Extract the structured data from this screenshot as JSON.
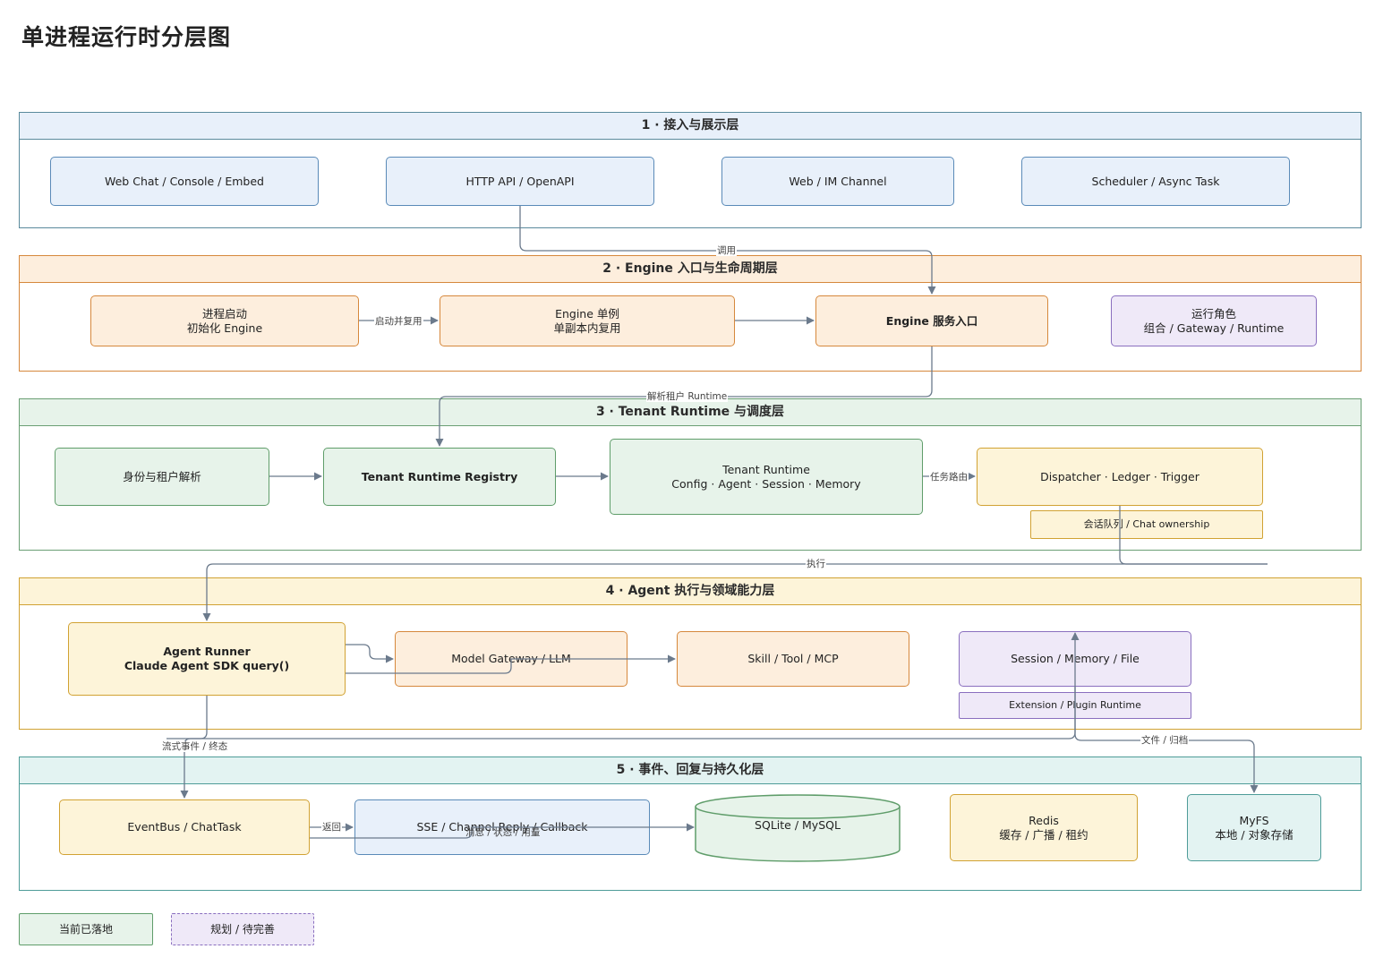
{
  "title": "单进程运行时分层图",
  "layers": {
    "l1": {
      "title": "1 · 接入与展示层",
      "nodes": {
        "web_chat": "Web Chat / Console / Embed",
        "http_api": "HTTP API / OpenAPI",
        "web_im": "Web / IM Channel",
        "scheduler": "Scheduler / Async Task"
      }
    },
    "l2": {
      "title": "2 · Engine 入口与生命周期层",
      "nodes": {
        "startup": [
          "进程启动",
          "初始化 Engine"
        ],
        "singleton": [
          "Engine 单例",
          "单副本内复用"
        ],
        "service_entry": "Engine 服务入口",
        "role": [
          "运行角色",
          "组合 / Gateway / Runtime"
        ]
      }
    },
    "l3": {
      "title": "3 · Tenant Runtime 与调度层",
      "nodes": {
        "identity": "身份与租户解析",
        "registry": "Tenant Runtime Registry",
        "tenant_runtime": [
          "Tenant Runtime",
          "Config · Agent · Session · Memory"
        ],
        "dispatcher": "Dispatcher · Ledger · Trigger",
        "queue": "会话队列 / Chat ownership"
      }
    },
    "l4": {
      "title": "4 · Agent 执行与领域能力层",
      "nodes": {
        "agent_runner": [
          "Agent Runner",
          "Claude Agent SDK query()"
        ],
        "model_gateway": "Model Gateway / LLM",
        "skill_tool": "Skill / Tool / MCP",
        "session_memory": "Session / Memory / File",
        "extension": "Extension / Plugin Runtime"
      }
    },
    "l5": {
      "title": "5 · 事件、回复与持久化层",
      "nodes": {
        "eventbus": "EventBus / ChatTask",
        "sse": "SSE / Channel Reply / Callback",
        "sqlite": "SQLite / MySQL",
        "redis": [
          "Redis",
          "缓存 / 广播 / 租约"
        ],
        "myfs": [
          "MyFS",
          "本地 / 对象存储"
        ]
      }
    }
  },
  "edge_labels": {
    "invoke": "调用",
    "start_reuse": "启动并复用",
    "resolve_tenant": "解析租户 Runtime",
    "task_route": "任务路由",
    "execute": "执行",
    "stream_events": "流式事件 / 终态",
    "return": "返回",
    "msg_state": "消息 / 状态 / 用量",
    "file_archive": "文件 / 归档"
  },
  "legend": {
    "implemented": "当前已落地",
    "planned": "规划 / 待完善"
  },
  "colors": {
    "layer1": "#e8f0fa",
    "layer2": "#fdeedd",
    "layer3": "#e7f3ea",
    "layer4": "#fdf4d9",
    "layer5": "#e3f3f2",
    "edge": "#6b7a8c"
  }
}
